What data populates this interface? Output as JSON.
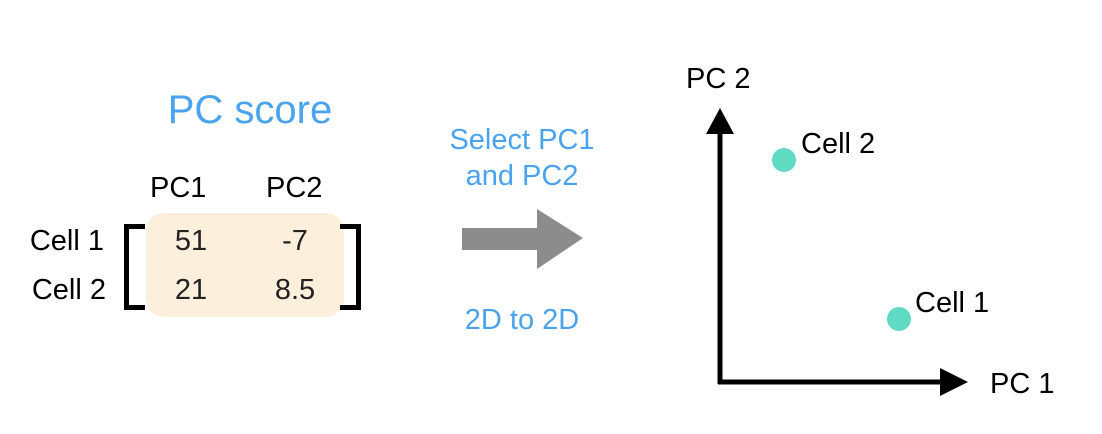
{
  "score_table": {
    "title": "PC score",
    "columns": [
      "PC1",
      "PC2"
    ],
    "rows": [
      {
        "label": "Cell 1",
        "values": [
          "51",
          "-7"
        ]
      },
      {
        "label": "Cell 2",
        "values": [
          "21",
          "8.5"
        ]
      }
    ]
  },
  "transform": {
    "caption_top_line1": "Select PC1",
    "caption_top_line2": "and PC2",
    "caption_bottom": "2D to 2D",
    "arrow_color": "#8c8c8c"
  },
  "plot": {
    "x_axis_label": "PC 1",
    "y_axis_label": "PC 2",
    "point_color": "#5fdbc4",
    "points": [
      {
        "label": "Cell 2"
      },
      {
        "label": "Cell 1"
      }
    ]
  },
  "colors": {
    "accent": "#4aa3ef",
    "matrix_fill": "#fcefdc"
  }
}
